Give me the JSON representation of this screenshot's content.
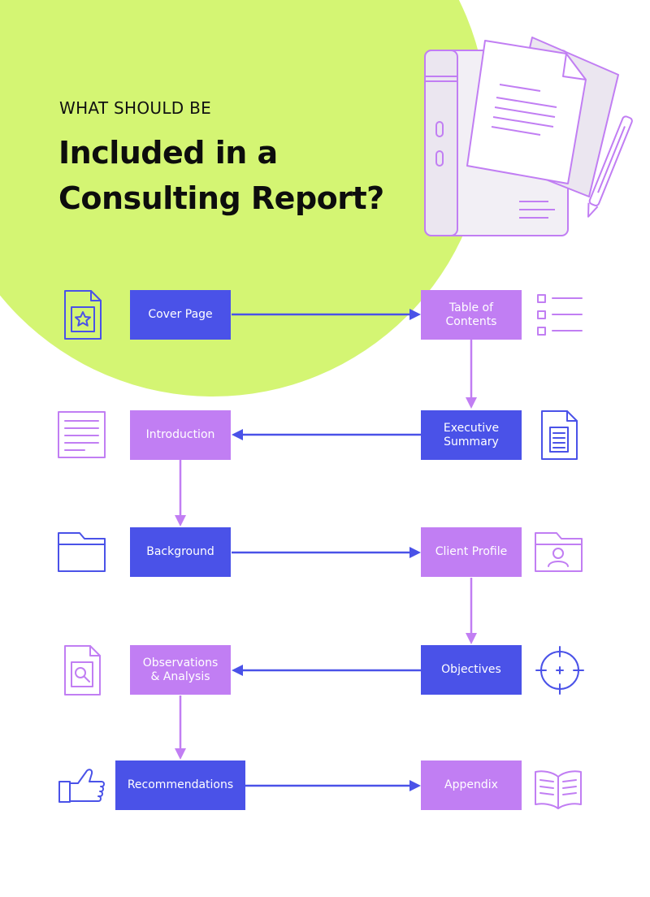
{
  "header": {
    "kicker": "WHAT SHOULD BE",
    "title_line1": "Included in a",
    "title_line2": "Consulting Report?"
  },
  "colors": {
    "accent_green": "#d4f573",
    "blue": "#4a52e8",
    "violet": "#c17ef3",
    "text": "#0d0d0d"
  },
  "steps": [
    {
      "label": "Cover Page",
      "icon": "star-document-icon"
    },
    {
      "label": "Table of\nContents",
      "icon": "checklist-icon"
    },
    {
      "label": "Executive\nSummary",
      "icon": "document-icon"
    },
    {
      "label": "Introduction",
      "icon": "text-page-icon"
    },
    {
      "label": "Background",
      "icon": "folder-icon"
    },
    {
      "label": "Client Profile",
      "icon": "profile-folder-icon"
    },
    {
      "label": "Objectives",
      "icon": "target-icon"
    },
    {
      "label": "Observations\n& Analysis",
      "icon": "magnifier-document-icon"
    },
    {
      "label": "Recommendations",
      "icon": "thumbs-up-icon"
    },
    {
      "label": "Appendix",
      "icon": "open-book-icon"
    }
  ]
}
